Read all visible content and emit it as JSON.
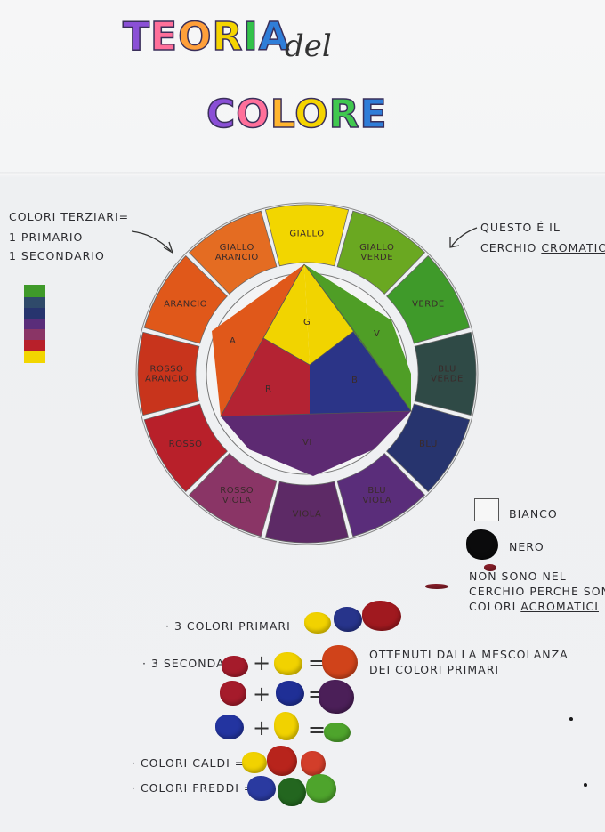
{
  "title": {
    "word1": "TEORIA",
    "word2": "del",
    "word3": "COLORE",
    "word1_colors": [
      "#8a4fd6",
      "#ff6f9a",
      "#ff9f3a",
      "#f5d400",
      "#33c24a",
      "#2f7dd8"
    ],
    "word3_colors": [
      "#8a4fd6",
      "#ff6f9a",
      "#ffb52e",
      "#f5d400",
      "#40c84f",
      "#2f7dd8"
    ]
  },
  "left_note": {
    "line1": "COLORI TERZIARI=",
    "line2": "1 PRIMARIO",
    "line3": "1 SECONDARIO"
  },
  "right_note": {
    "line1": "QUESTO É IL",
    "line2_prefix": "CERCHIO ",
    "line2_underlined": "CROMATICO"
  },
  "wheel": {
    "segments": [
      {
        "label": "GIALLO",
        "color": "#f2d600"
      },
      {
        "label": "GIALLO VERDE",
        "color": "#6aa821"
      },
      {
        "label": "VERDE",
        "color": "#3f9a2a"
      },
      {
        "label": "BLU VERDE",
        "color": "#2f4a46"
      },
      {
        "label": "BLU",
        "color": "#27346e"
      },
      {
        "label": "BLU VIOLA",
        "color": "#5a2d7a"
      },
      {
        "label": "VIOLA",
        "color": "#5d2a66"
      },
      {
        "label": "ROSSO VIOLA",
        "color": "#8a3566"
      },
      {
        "label": "ROSSO",
        "color": "#b8202a"
      },
      {
        "label": "ROSSO ARANCIO",
        "color": "#c8341c"
      },
      {
        "label": "ARANCIO",
        "color": "#e0581a"
      },
      {
        "label": "GIALLO ARANCIO",
        "color": "#e46c22"
      }
    ],
    "center": {
      "g": "G",
      "r": "R",
      "b": "B",
      "a": "A",
      "v": "V",
      "vi": "VI"
    }
  },
  "achromatic": {
    "bianco": "BIANCO",
    "nero": "NERO",
    "note1": "NON SONO NEL",
    "note2": "CERCHIO PERCHE SONO",
    "note3_prefix": "COLORI ",
    "note3_underlined": "ACROMATICI"
  },
  "rows": {
    "primari": "· 3 COLORI PRIMARI",
    "secondari": "· 3 SECONDARI",
    "mescolanza1": "OTTENUTI DALLA MESCOLANZA",
    "mescolanza2": "DEI COLORI PRIMARI",
    "caldi": "· COLORI CALDI =",
    "freddi": "· COLORI FREDDI ="
  },
  "symbols": {
    "plus": "+",
    "equals": "="
  }
}
